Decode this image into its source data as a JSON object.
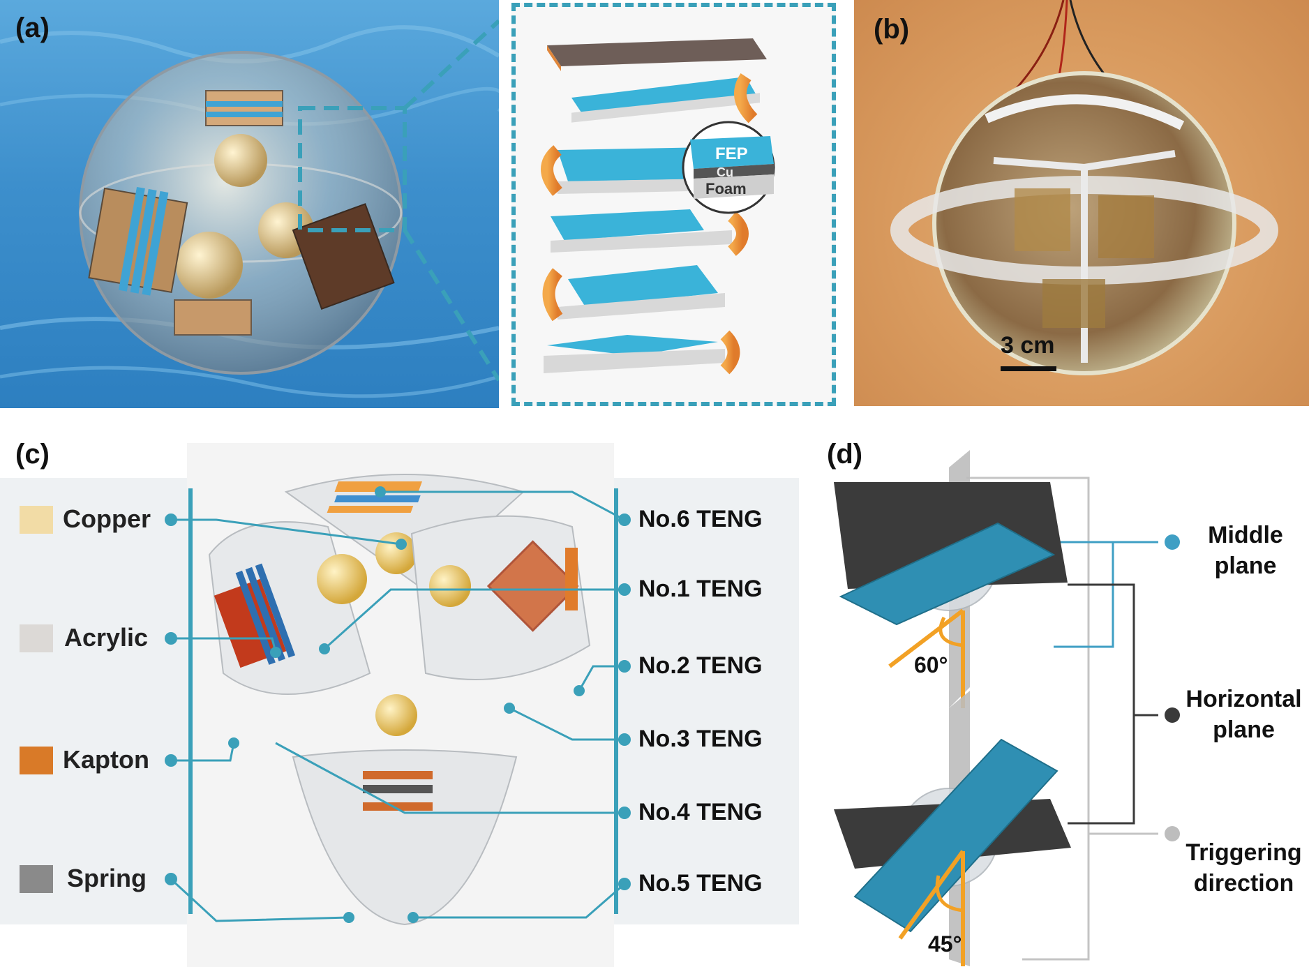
{
  "panels": {
    "a": {
      "label": "(a)",
      "layers": [
        "FEP",
        "Cu",
        "Foam"
      ]
    },
    "b": {
      "label": "(b)",
      "scale_bar": "3 cm"
    },
    "c": {
      "label": "(c)",
      "legend": [
        {
          "name": "Copper",
          "color": "#f2dca6"
        },
        {
          "name": "Acrylic",
          "color": "#dcd9d6"
        },
        {
          "name": "Kapton",
          "color": "#d97a28"
        },
        {
          "name": "Spring",
          "color": "#8a8a8a"
        }
      ],
      "tengs": [
        "No.6 TENG",
        "No.1 TENG",
        "No.2 TENG",
        "No.3 TENG",
        "No.4 TENG",
        "No.5 TENG"
      ]
    },
    "d": {
      "label": "(d)",
      "angles": [
        "60°",
        "45°"
      ],
      "planes": [
        {
          "name": "Middle plane",
          "line1": "Middle",
          "line2": "plane",
          "color": "#3f9fc4"
        },
        {
          "name": "Horizontal plane",
          "line1": "Horizontal",
          "line2": "plane",
          "color": "#3a3a3a"
        },
        {
          "name": "Triggering direction",
          "line1": "Triggering",
          "line2": "direction",
          "color": "#bdbdbd"
        }
      ]
    }
  },
  "colors": {
    "accent": "#3aa0b9",
    "fep": "#39b4d8",
    "kapton": "#e8953e",
    "copper": "#f2dca6"
  }
}
